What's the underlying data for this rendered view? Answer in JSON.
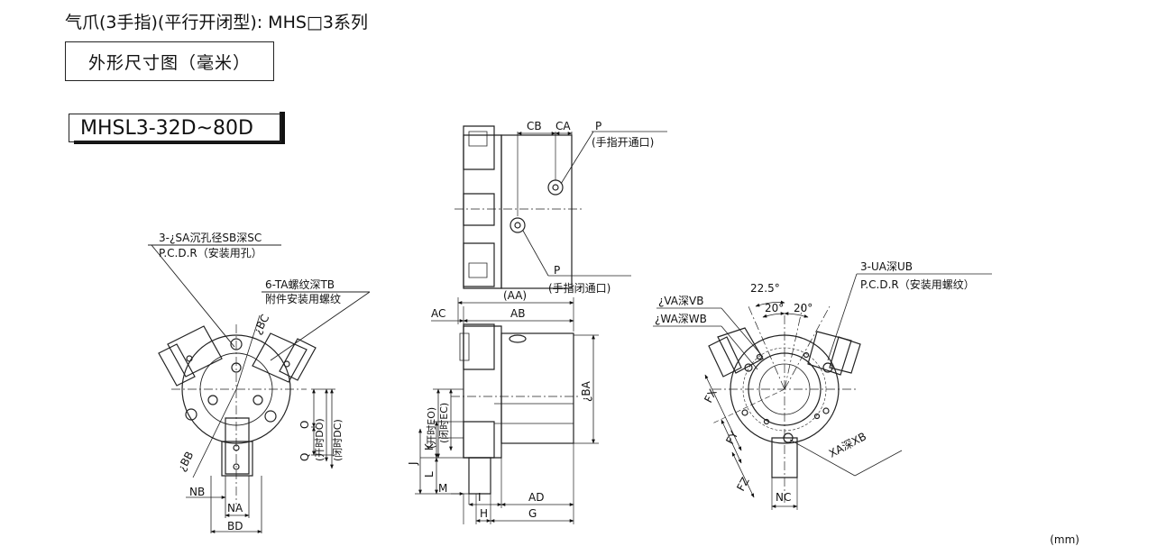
{
  "title": "气爪(3手指)(平行开闭型): MHS□3系列",
  "section_label": "外形尺寸图（毫米）",
  "model_label": "MHSL3-32D~80D",
  "unit_label": "(mm)",
  "front_view": {
    "callout_sa": "3-¿SA沉孔径SB深SC",
    "callout_pcdr": "P.C.D.R（安装用孔）",
    "callout_ta": "6-TA螺纹深TB",
    "callout_ta_note": "附件安装用螺纹",
    "dim_bc": "¿BC",
    "dim_bb": "¿BB",
    "dim_o": "O",
    "dim_q": "Q",
    "dim_do": "(开时DO)",
    "dim_dc": "(闭时DC)",
    "dim_nb": "NB",
    "dim_na": "NA",
    "dim_bd": "BD"
  },
  "top_view": {
    "dim_cb": "CB",
    "dim_ca": "CA",
    "port_p_open": "P",
    "port_open_note": "(手指开通口)",
    "port_p_close": "P",
    "port_close_note": "(手指闭通口)"
  },
  "side_view": {
    "dim_aa": "(AA)",
    "dim_ac": "AC",
    "dim_ab": "AB",
    "dim_ba": "¿BA",
    "dim_eo": "(开时EO)",
    "dim_ec": "(闭时EC)",
    "dim_k": "K",
    "dim_j": "J",
    "dim_l": "L",
    "dim_m": "M",
    "dim_i": "I",
    "dim_h": "H",
    "dim_ad": "AD",
    "dim_g": "G"
  },
  "rear_view": {
    "callout_ua": "3-UA深UB",
    "callout_pcdr": "P.C.D.R（安装用螺纹）",
    "callout_va": "¿VA深VB",
    "callout_wa": "¿WA深WB",
    "angle_a": "22.5°",
    "angle_b": "20°",
    "angle_c": "20°",
    "dim_fx": "FX",
    "dim_fy": "FY",
    "dim_fz": "FZ",
    "callout_xa": "XA深XB",
    "dim_nc": "NC"
  }
}
